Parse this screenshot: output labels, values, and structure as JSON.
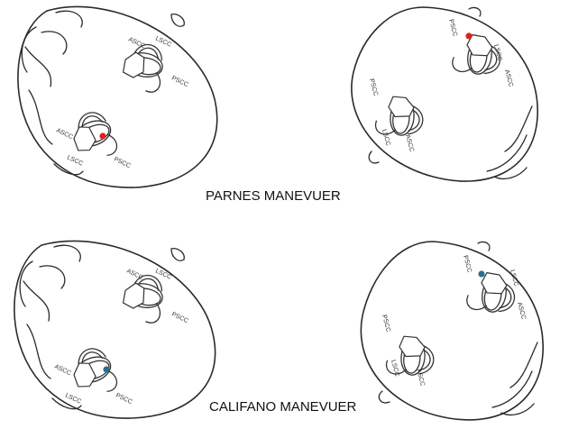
{
  "titles": {
    "parnes": "PARNES MANEVUER",
    "califano": "CALIFANO MANEVUER"
  },
  "canal_labels": {
    "ascc": "ASCC",
    "lscc": "LSCC",
    "pscc": "PSCC"
  },
  "colors": {
    "parnes_particle": "#d9251d",
    "califano_particle": "#2c6f8f",
    "outline": "#2a2a2a"
  }
}
